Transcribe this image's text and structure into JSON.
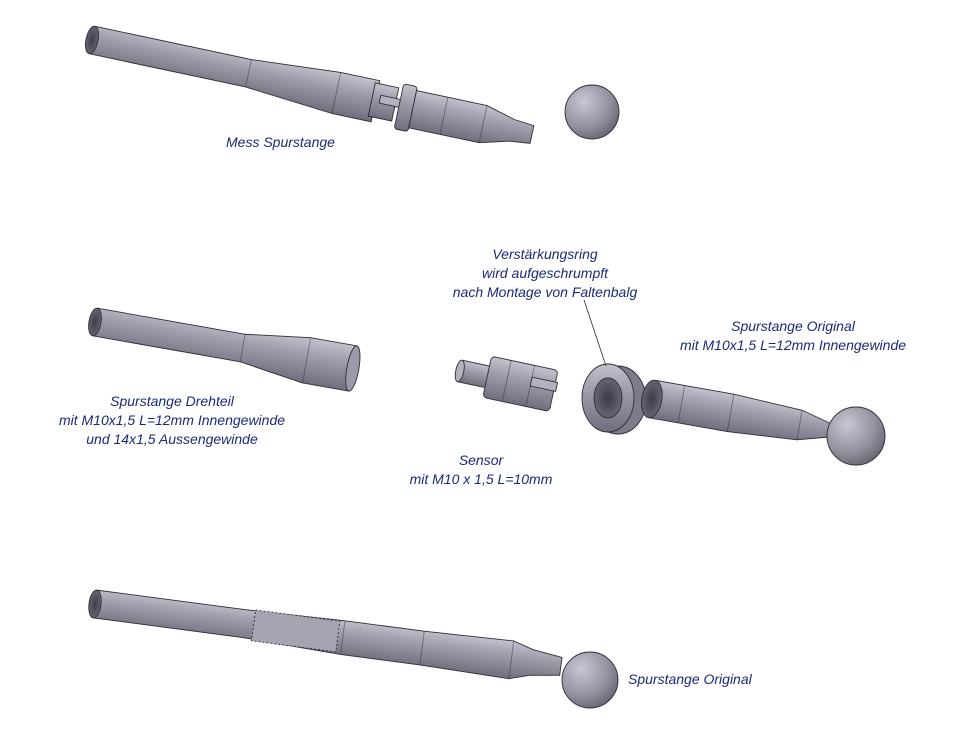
{
  "colors": {
    "part_fill": "#9a9aa8",
    "part_shadow": "#6e6e7c",
    "part_highlight": "#c3c3ce",
    "outline": "#2e2e38",
    "label_text": "#1b2a78"
  },
  "labels": {
    "mess_spurstange": "Mess Spurstange",
    "drehteil": {
      "line1": "Spurstange Drehteil",
      "line2": "mit M10x1,5 L=12mm Innengewinde",
      "line3": "und 14x1,5 Aussengewinde"
    },
    "ring": {
      "line1": "Verstärkungsring",
      "line2": "wird aufgeschrumpft",
      "line3": "nach Montage von Faltenbalg"
    },
    "original_part": {
      "line1": "Spurstange Original",
      "line2": "mit M10x1,5 L=12mm Innengewinde"
    },
    "sensor": {
      "line1": "Sensor",
      "line2": "mit M10 x 1,5 L=10mm"
    },
    "original_full": "Spurstange Original"
  }
}
